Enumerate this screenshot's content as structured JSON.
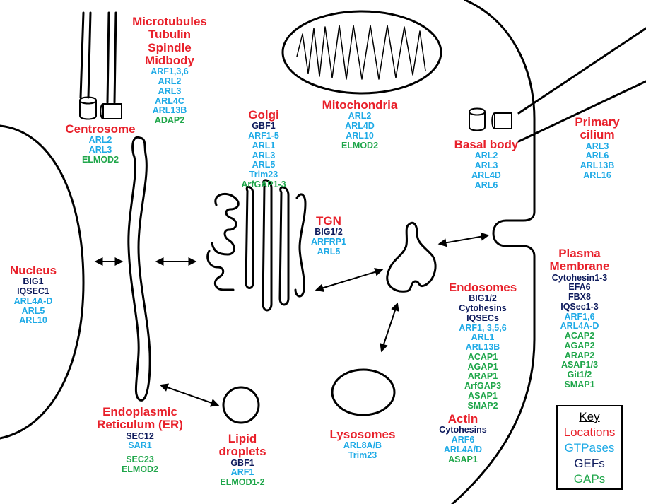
{
  "colors": {
    "location": "#e8202a",
    "gtpase": "#1eaae6",
    "gef": "#0d1a5c",
    "gap": "#1fa64a"
  },
  "key": {
    "title": "Key",
    "locations": "Locations",
    "gtpases": "GTPases",
    "gefs": "GEFs",
    "gaps": "GAPs"
  },
  "groups": {
    "microtubules": {
      "title": [
        "Microtubules",
        "Tubulin",
        "Spindle",
        "Midbody"
      ],
      "items": [
        [
          "ARF1,3,6",
          "gtpase"
        ],
        [
          "ARL2",
          "gtpase"
        ],
        [
          "ARL3",
          "gtpase"
        ],
        [
          "ARL4C",
          "gtpase"
        ],
        [
          "ARL13B",
          "gtpase"
        ],
        [
          "ADAP2",
          "gap"
        ]
      ]
    },
    "centrosome": {
      "title": [
        "Centrosome"
      ],
      "items": [
        [
          "ARL2",
          "gtpase"
        ],
        [
          "ARL3",
          "gtpase"
        ],
        [
          "ELMOD2",
          "gap"
        ]
      ]
    },
    "mitochondria": {
      "title": [
        "Mitochondria"
      ],
      "items": [
        [
          "ARL2",
          "gtpase"
        ],
        [
          "ARL4D",
          "gtpase"
        ],
        [
          "ARL10",
          "gtpase"
        ],
        [
          "ELMOD2",
          "gap"
        ]
      ]
    },
    "golgi": {
      "title": [
        "Golgi"
      ],
      "items": [
        [
          "GBF1",
          "gef"
        ],
        [
          "ARF1-5",
          "gtpase"
        ],
        [
          "ARL1",
          "gtpase"
        ],
        [
          "ARL3",
          "gtpase"
        ],
        [
          "ARL5",
          "gtpase"
        ],
        [
          "Trim23",
          "gtpase"
        ],
        [
          "ArfGAP1-3",
          "gap"
        ]
      ]
    },
    "basal_body": {
      "title": [
        "Basal body"
      ],
      "items": [
        [
          "ARL2",
          "gtpase"
        ],
        [
          "ARL3",
          "gtpase"
        ],
        [
          "ARL4D",
          "gtpase"
        ],
        [
          "ARL6",
          "gtpase"
        ]
      ]
    },
    "primary_cilium": {
      "title": [
        "Primary",
        "cilium"
      ],
      "items": [
        [
          "ARL3",
          "gtpase"
        ],
        [
          "ARL6",
          "gtpase"
        ],
        [
          "ARL13B",
          "gtpase"
        ],
        [
          "ARL16",
          "gtpase"
        ]
      ]
    },
    "tgn": {
      "title": [
        "TGN"
      ],
      "items": [
        [
          "BIG1/2",
          "gef"
        ],
        [
          "ARFRP1",
          "gtpase"
        ],
        [
          "ARL5",
          "gtpase"
        ]
      ]
    },
    "nucleus": {
      "title": [
        "Nucleus"
      ],
      "items": [
        [
          "BIG1",
          "gef"
        ],
        [
          "IQSEC1",
          "gef"
        ],
        [
          "ARL4A-D",
          "gtpase"
        ],
        [
          "ARL5",
          "gtpase"
        ],
        [
          "ARL10",
          "gtpase"
        ]
      ]
    },
    "plasma_membrane": {
      "title": [
        "Plasma",
        "Membrane"
      ],
      "items": [
        [
          "Cytohesin1-3",
          "gef"
        ],
        [
          "EFA6",
          "gef"
        ],
        [
          "FBX8",
          "gef"
        ],
        [
          "IQSec1-3",
          "gef"
        ],
        [
          "ARF1,6",
          "gtpase"
        ],
        [
          "ARL4A-D",
          "gtpase"
        ],
        [
          "ACAP2",
          "gap"
        ],
        [
          "AGAP2",
          "gap"
        ],
        [
          "ARAP2",
          "gap"
        ],
        [
          "ASAP1/3",
          "gap"
        ],
        [
          "Git1/2",
          "gap"
        ],
        [
          "SMAP1",
          "gap"
        ]
      ]
    },
    "endosomes": {
      "title": [
        "Endosomes"
      ],
      "items": [
        [
          "BIG1/2",
          "gef"
        ],
        [
          "Cytohesins",
          "gef"
        ],
        [
          "IQSECs",
          "gef"
        ],
        [
          "ARF1, 3,5,6",
          "gtpase"
        ],
        [
          "ARL1",
          "gtpase"
        ],
        [
          "ARL13B",
          "gtpase"
        ],
        [
          "ACAP1",
          "gap"
        ],
        [
          "AGAP1",
          "gap"
        ],
        [
          "ARAP1",
          "gap"
        ],
        [
          "ArfGAP3",
          "gap"
        ],
        [
          "ASAP1",
          "gap"
        ],
        [
          "SMAP2",
          "gap"
        ]
      ]
    },
    "er": {
      "title": [
        "Endoplasmic",
        "Reticulum (ER)"
      ],
      "items": [
        [
          "SEC12",
          "gef"
        ],
        [
          "SAR1",
          "gtpase"
        ],
        [
          "",
          "spacer"
        ],
        [
          "SEC23",
          "gap"
        ],
        [
          "ELMOD2",
          "gap"
        ]
      ]
    },
    "lipid_droplets": {
      "title": [
        "Lipid droplets"
      ],
      "items": [
        [
          "GBF1",
          "gef"
        ],
        [
          "ARF1",
          "gtpase"
        ],
        [
          "ELMOD1-2",
          "gap"
        ]
      ]
    },
    "lysosomes": {
      "title": [
        "Lysosomes"
      ],
      "items": [
        [
          "ARL8A/B",
          "gtpase"
        ],
        [
          "Trim23",
          "gtpase"
        ]
      ]
    },
    "actin": {
      "title": [
        "Actin"
      ],
      "items": [
        [
          "Cytohesins",
          "gef"
        ],
        [
          "ARF6",
          "gtpase"
        ],
        [
          "ARL4A/D",
          "gtpase"
        ],
        [
          "ASAP1",
          "gap"
        ]
      ]
    }
  }
}
